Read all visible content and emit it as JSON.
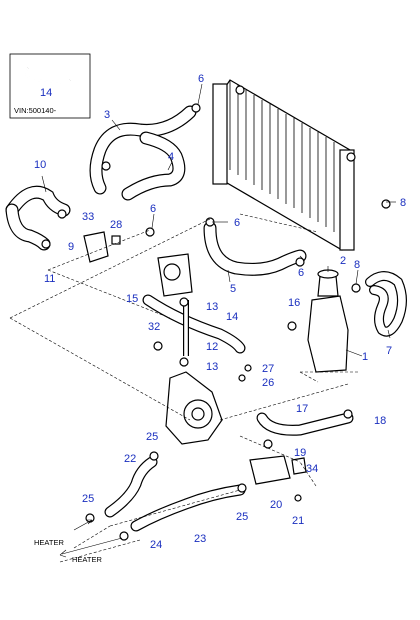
{
  "inset": {
    "vin_text": "VIN:500140-",
    "callout": "14"
  },
  "callouts": [
    "1",
    "2",
    "3",
    "4",
    "5",
    "6",
    "6",
    "6",
    "6",
    "7",
    "8",
    "8",
    "9",
    "10",
    "11",
    "12",
    "13",
    "13",
    "14",
    "15",
    "16",
    "17",
    "18",
    "19",
    "20",
    "21",
    "22",
    "23",
    "24",
    "25",
    "25",
    "25",
    "26",
    "27",
    "28",
    "32",
    "33",
    "34"
  ],
  "notes": {
    "heater_upper": "HEATER",
    "heater_lower": "HEATER"
  },
  "colors": {
    "callout": "#1a2fbf",
    "line": "#000000",
    "background": "#ffffff"
  }
}
